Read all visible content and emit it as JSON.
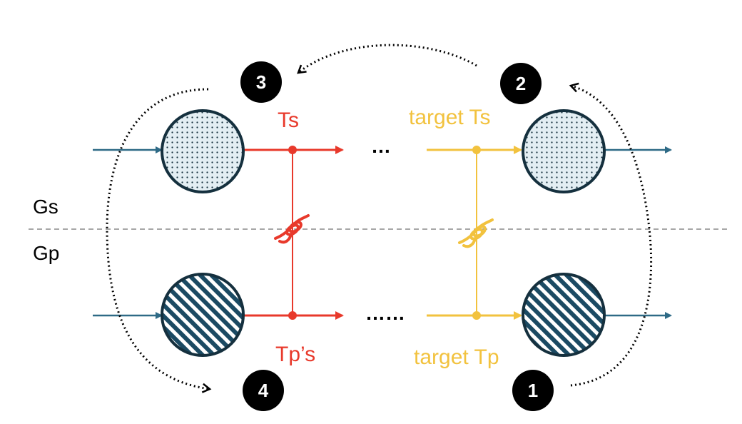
{
  "labels": {
    "gs": "Gs",
    "gp": "Gp",
    "ts": "Ts",
    "tp": "Tp’s",
    "target_ts": "target Ts",
    "target_tp": "target Tp",
    "ellipsis_top": "…",
    "ellipsis_bottom": "……"
  },
  "steps": [
    "1",
    "2",
    "3",
    "4"
  ],
  "colors": {
    "red": "#e8392b",
    "yellow": "#f2c23e",
    "blue": "#2e6a86",
    "node_fill": "#e3eef3",
    "node_stroke": "#15303e",
    "dashed": "#8a8a8a"
  },
  "icons": [
    "knot-icon-red",
    "knot-icon-yellow",
    "solid-dot-pattern",
    "hatched-pattern"
  ]
}
